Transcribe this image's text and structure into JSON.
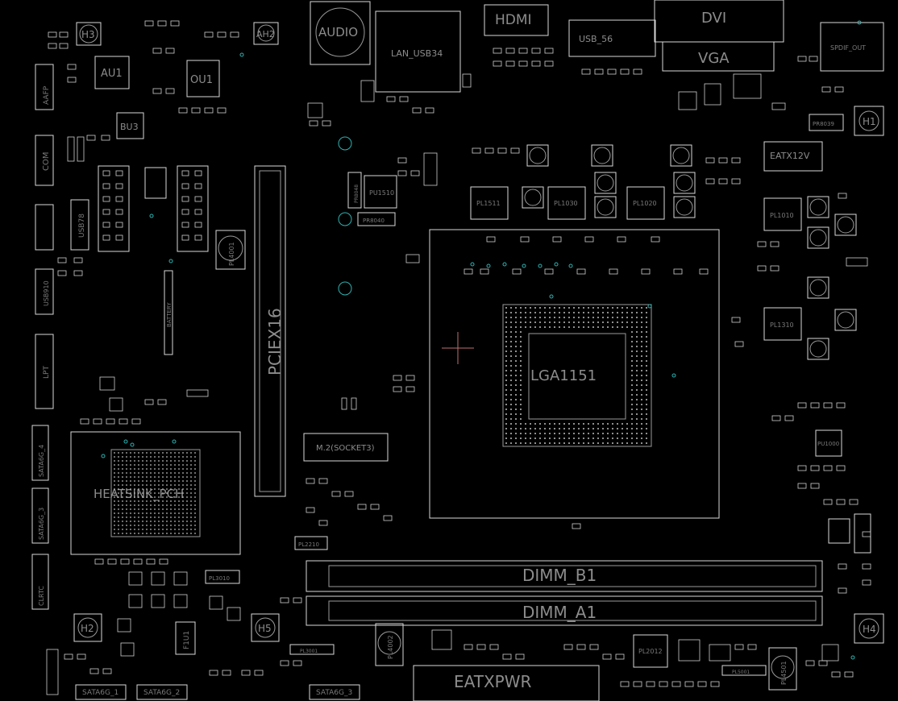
{
  "labels": {
    "hdmi": "HDMI",
    "audio": "AUDIO",
    "dvi": "DVI",
    "vga": "VGA",
    "lan": "LAN_USB34",
    "usb": "USB_56",
    "h1": "H1",
    "h2": "H2",
    "h3": "H3",
    "h4": "H4",
    "h5": "H5",
    "ah2": "AH2",
    "au1": "AU1",
    "ou1": "OU1",
    "bu3": "BU3",
    "pcie": "PCIEX16",
    "battery": "BATTERY",
    "heatsink": "HEATSINK_PCH",
    "m2": "M.2(SOCKET3)",
    "cpu": "LGA1151",
    "dimm_b1": "DIMM_B1",
    "dimm_a1": "DIMM_A1",
    "eatxpwr": "EATXPWR",
    "eatx12v": "EATX12V",
    "pl1511": "PL1511",
    "pl1030": "PL1030",
    "pl1020": "PL1020",
    "pl1010": "PL1010",
    "pl1310": "PL1310",
    "pl4001": "PL4001",
    "pl2012": "PL2012",
    "pl4002": "PL4002",
    "pl4501": "PL4501",
    "pl2210": "PL2210",
    "pl3010": "PL3010",
    "pl3001": "PL3001",
    "pl5001": "PL5001",
    "pr8039": "PR8039",
    "pr8040": "PR8040",
    "pr8048": "PR8048",
    "pu1510": "PU1510",
    "pu1000": "PU1000",
    "f1u1": "F1U1",
    "sata1": "SATA6G_1",
    "sata2": "SATA6G_2",
    "sata3": "SATA6G_3",
    "sata4": "SATA6G_4",
    "com": "COM",
    "aafp": "AAFP",
    "lpt": "LPT",
    "usb78": "USB78",
    "usb910": "USB910",
    "spdif": "SPDIF_OUT",
    "clrtc": "CLRTC"
  }
}
